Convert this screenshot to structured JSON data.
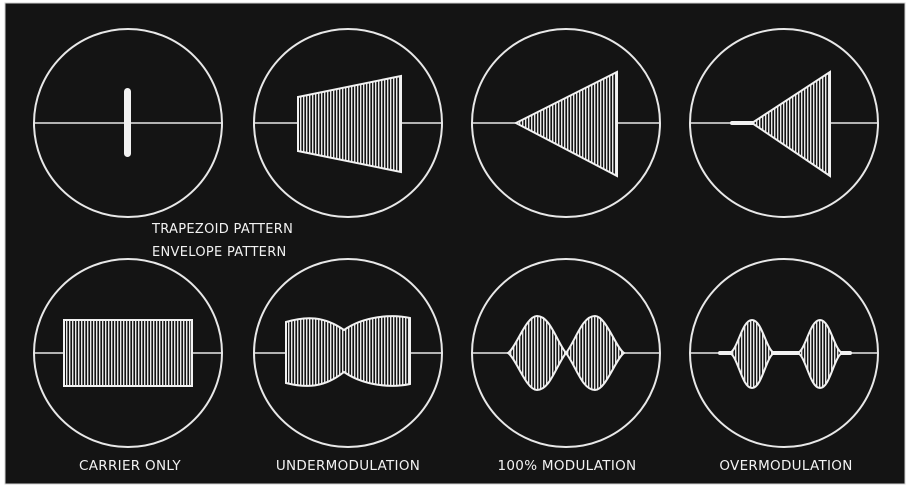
{
  "figure": {
    "background_color": "#141414",
    "foreground_color": "#f2f2f2",
    "legend": {
      "top_row": "TRAPEZOID PATTERN",
      "bottom_row": "ENVELOPE PATTERN"
    },
    "captions": {
      "carrier_only": "CARRIER ONLY",
      "undermodulation": "UNDERMODULATION",
      "full_modulation": "100% MODULATION",
      "overmodulation": "OVERMODULATION"
    }
  }
}
